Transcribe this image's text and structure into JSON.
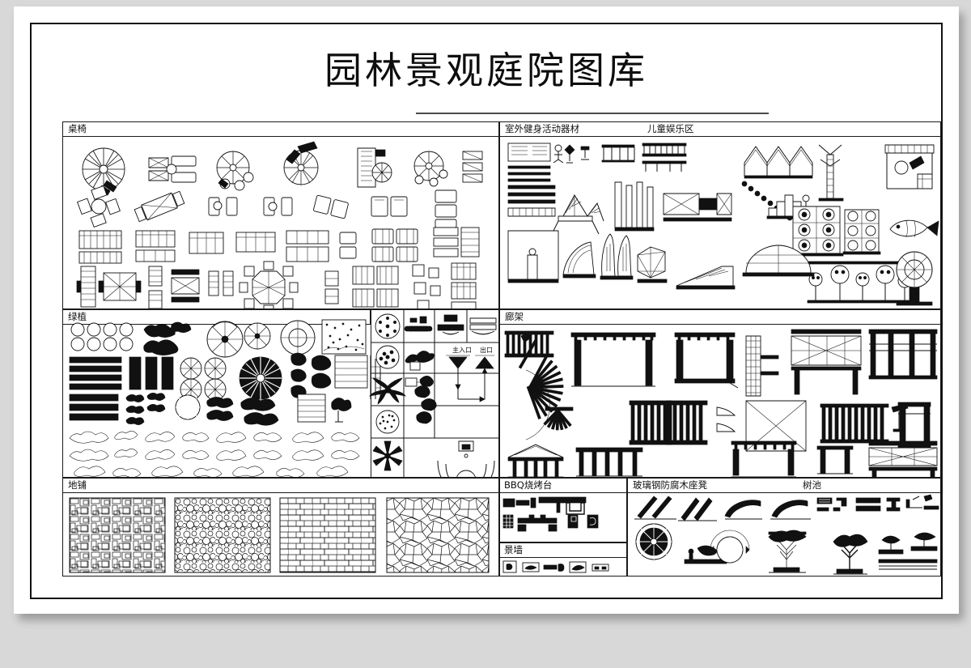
{
  "document": {
    "title": "园林景观庭院图库",
    "kind": "cad-symbol-library-sheet",
    "sheet_background": "#ffffff",
    "line_color": "#111111",
    "page_border_color": "#1a1a1a"
  },
  "panels": [
    {
      "id": "furniture",
      "labels": [
        "桌椅"
      ],
      "note": "plan-view symbols: parasols, round/square tables with chairs, benches, sofa groups, lounge chairs"
    },
    {
      "id": "fitness-and-kids",
      "labels": [
        "室外健身活动器材",
        "儿童娱乐区"
      ],
      "note": "elevation symbols: outdoor fitness equipment, climbing frames, slides, swings, play panels, trampoline"
    },
    {
      "id": "planting",
      "labels": [
        "绿植"
      ],
      "note": "plan-view symbols: trees, shrub masses, hedges, groundcover, grass, flower beds"
    },
    {
      "id": "site-symbols",
      "labels": [
        "主入口",
        "出口"
      ],
      "note": "legend cells: manhole, light, seat, bench, palm, entrance arrow, exit arrow, basketball half-court"
    },
    {
      "id": "pergola",
      "labels": [
        "廊架"
      ],
      "note": "elevation and plan symbols: pergolas, trellises, colonnades, arbors, curved pergola"
    },
    {
      "id": "paving",
      "labels": [
        "地铺"
      ],
      "note": "4 hatch pattern tiles: irregular flagstone, pebble mosaic, running-bond stone, crazy paving"
    },
    {
      "id": "bbq",
      "labels": [
        "BBQ烧烤台"
      ],
      "note": "elevation symbols: barbecue counters, grill units, hoods"
    },
    {
      "id": "feature-wall",
      "labels": [
        "景墙"
      ],
      "note": "small elevation symbols: feature walls and screen panels"
    },
    {
      "id": "benches-and-treepits",
      "labels": [
        "玻璃钢防腐木座凳",
        "树池"
      ],
      "note": "FRP / anti-corrosion timber seats, triangular and curved benches, circular tree grates, tree pits with trees"
    }
  ],
  "legend_text": {
    "main_entrance": "主入口",
    "exit": "出口"
  }
}
